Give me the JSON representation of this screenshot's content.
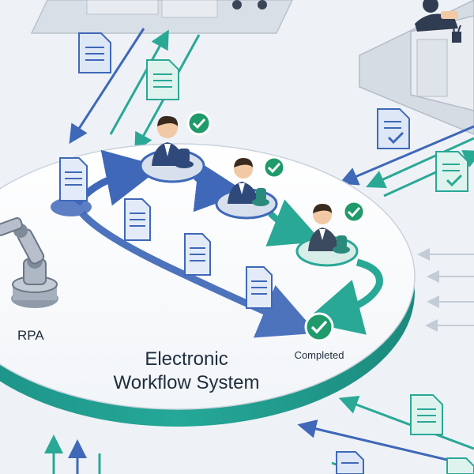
{
  "labels": {
    "rpa": "RPA",
    "completed": "Completed",
    "title_line1": "Electronic",
    "title_line2": "Workflow System"
  },
  "icons": [
    "document-icon",
    "check-icon",
    "robot-arm-icon",
    "person-stamp-icon",
    "desk-icon",
    "arrow-icon"
  ],
  "colors": {
    "background": "#eef2f6",
    "platform_top": "#ffffff",
    "platform_rim": "#1f9e8e",
    "flow_blue": "#3f68b8",
    "flow_teal": "#2aa896",
    "check_green": "#1f9a6a",
    "text": "#1f2d3d"
  }
}
